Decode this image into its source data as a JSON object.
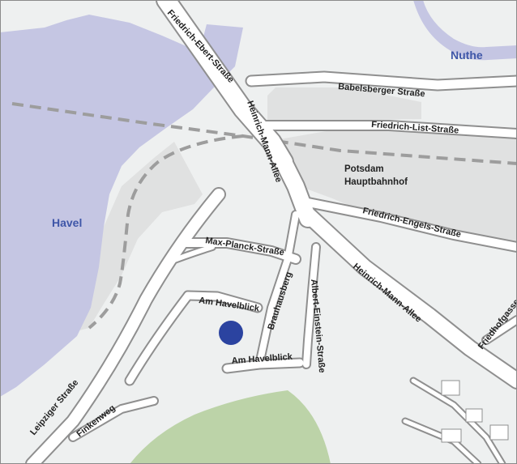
{
  "map": {
    "colors": {
      "land": "#eef0f0",
      "water": "#c5c6e3",
      "water_label": "#3f56a8",
      "park": "#bcd3a8",
      "built_area": "#e0e1e1",
      "road": "#ffffff",
      "road_casing": "#8f8f8f",
      "railway": "#9d9d9d",
      "marker": "#2b43a0",
      "frame": "#8a8a8a"
    },
    "water_labels": {
      "havel": "Havel",
      "nuthe": "Nuthe"
    },
    "poi": {
      "line1": "Potsdam",
      "line2": "Hauptbahnhof"
    },
    "streets": {
      "friedrich_ebert": "Friedrich-Ebert-Straße",
      "babelsberger": "Babelsberger Straße",
      "friedrich_list": "Friedrich-List-Straße",
      "heinrich_mann_allee_north": "Heinrich-Mann-Allee",
      "friedrich_engels": "Friedrich-Engels-Straße",
      "max_planck": "Max-Planck-Straße",
      "brauhausberg": "Brauhausberg",
      "albert_einstein": "Albert-Einstein-Straße",
      "heinrich_mann_allee_south": "Heinrich-Mann-Allee",
      "friedhofgasse": "Friedhofgasse",
      "am_havelblick_north": "Am Havelblick",
      "am_havelblick_south": "Am Havelblick",
      "leipziger": "Leipziger Straße",
      "finkenweg": "Finkenweg"
    },
    "marker": {
      "icon": "location-dot"
    }
  }
}
